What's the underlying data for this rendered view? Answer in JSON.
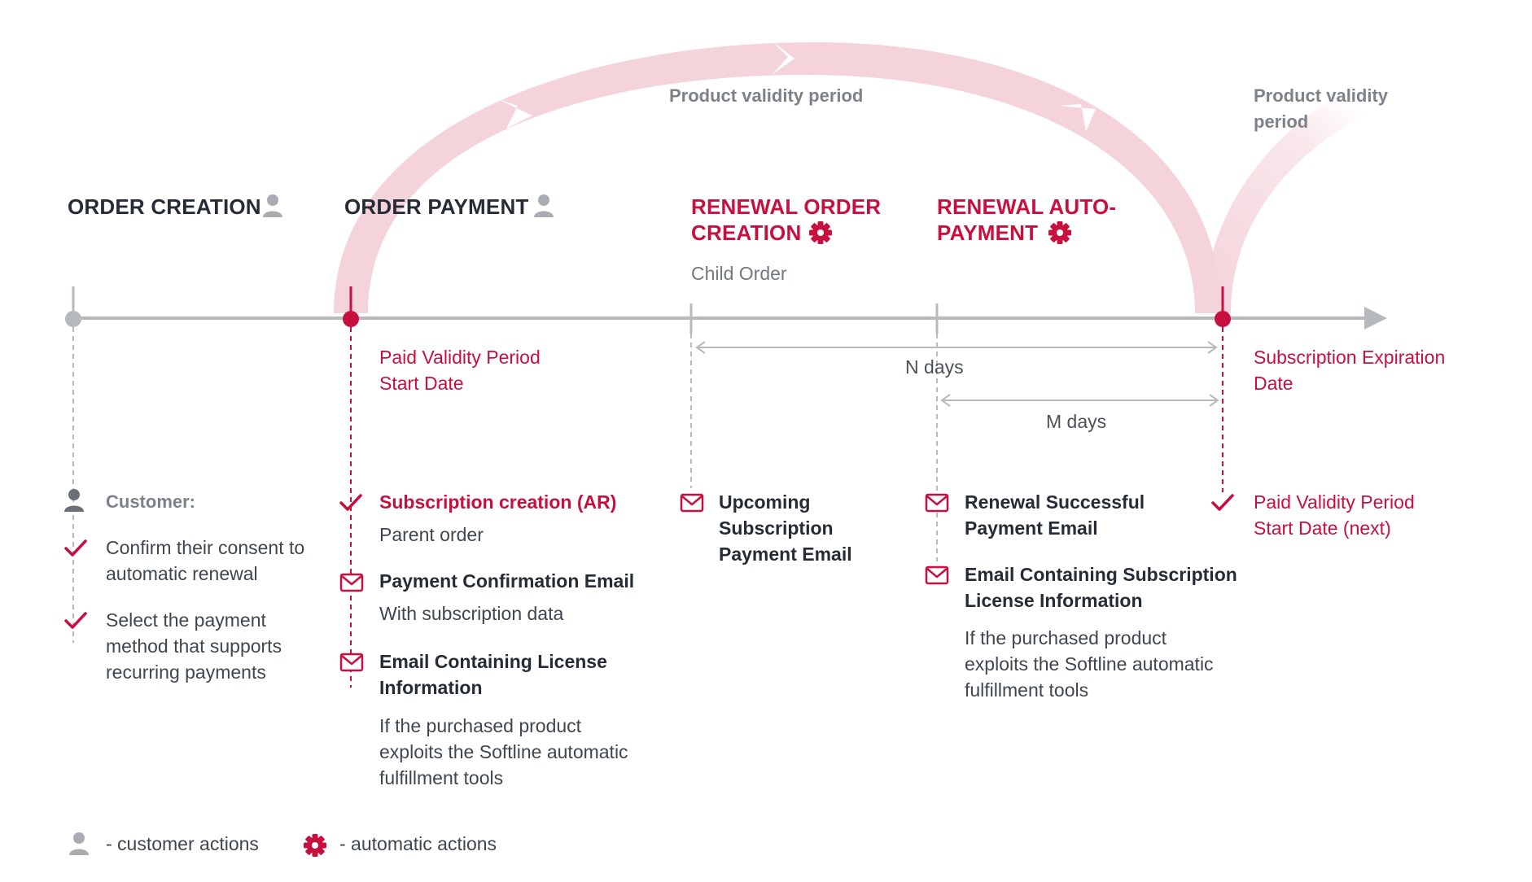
{
  "arc_labels": {
    "main": "Product validity period",
    "next_1": "Product validity",
    "next_2": "period"
  },
  "stages": {
    "order_creation": "ORDER CREATION",
    "order_payment": "ORDER PAYMENT",
    "renewal_creation_1": "RENEWAL ORDER",
    "renewal_creation_2": "CREATION",
    "child_order": "Child Order",
    "renewal_payment_1": "RENEWAL AUTO-",
    "renewal_payment_2": "PAYMENT"
  },
  "markers": {
    "paid_start_1": "Paid Validity Period",
    "paid_start_2": "Start Date",
    "expiration_1": "Subscription Expiration",
    "expiration_2": "Date",
    "n_days": "N days",
    "m_days": "M days"
  },
  "customer": {
    "title": "Customer:",
    "item1_1": "Confirm their consent to",
    "item1_2": "automatic renewal",
    "item2_1": "Select the payment",
    "item2_2": "method that supports",
    "item2_3": "recurring payments"
  },
  "payment_col": {
    "sub_creation": "Subscription creation (AR)",
    "parent_order": "Parent order",
    "confirm_email": "Payment Confirmation Email",
    "with_data": "With subscription data",
    "license_1": "Email Containing License",
    "license_2": "Information",
    "note_1": "If the purchased product",
    "note_2": "exploits the Softline automatic",
    "note_3": "fulfillment tools"
  },
  "renewal_col": {
    "upcoming_1": "Upcoming",
    "upcoming_2": "Subscription",
    "upcoming_3": "Payment Email"
  },
  "autopay_col": {
    "success_1": "Renewal Successful",
    "success_2": "Payment Email",
    "license_1": "Email Containing Subscription",
    "license_2": "License Information",
    "note_1": "If the purchased product",
    "note_2": "exploits the Softline automatic",
    "note_3": "fulfillment tools"
  },
  "next_col": {
    "line1": "Paid Validity Period",
    "line2": "Start Date (next)"
  },
  "legend": {
    "customer": "- customer actions",
    "automatic": "- automatic actions"
  },
  "colors": {
    "accent": "#c8103f",
    "arc": "#f4d3da",
    "timeline": "#b6babf",
    "icon_gray": "#a9adb3"
  },
  "icons": [
    "person-icon",
    "gear-icon",
    "check-icon",
    "envelope-icon"
  ]
}
